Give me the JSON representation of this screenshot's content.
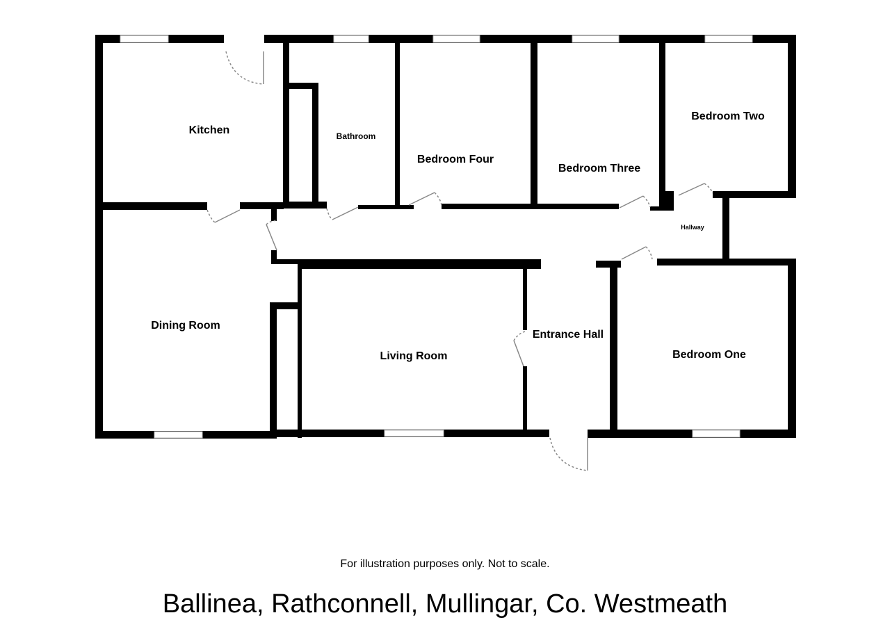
{
  "rooms": {
    "kitchen": "Kitchen",
    "bathroom": "Bathroom",
    "bedroom_four": "Bedroom Four",
    "bedroom_three": "Bedroom Three",
    "bedroom_two": "Bedroom Two",
    "hallway": "Hallway",
    "dining_room": "Dining Room",
    "living_room": "Living Room",
    "entrance_hall": "Entrance Hall",
    "bedroom_one": "Bedroom One"
  },
  "footer": {
    "disclaimer": "For illustration purposes only. Not to scale.",
    "address": "Ballinea, Rathconnell, Mullingar, Co. Westmeath"
  }
}
